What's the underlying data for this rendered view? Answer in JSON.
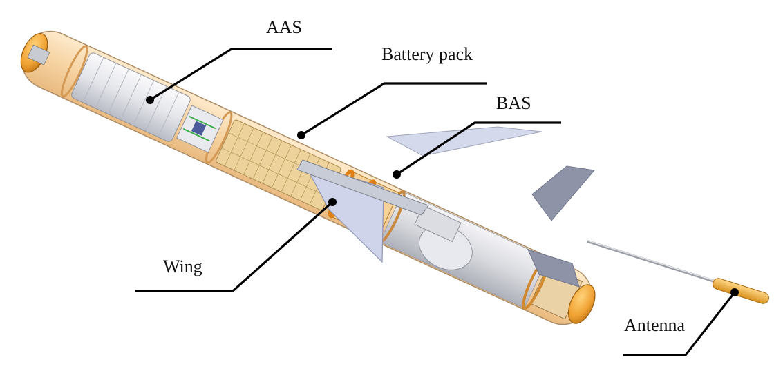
{
  "labels": {
    "aas": "AAS",
    "battery": "Battery pack",
    "bas": "BAS",
    "wing": "Wing",
    "antenna": "Antenna"
  },
  "colors": {
    "hull_fill": "#f6d6a8",
    "hull_edge": "#b0906a",
    "hull_tail": "#e2e2e6",
    "cap": "#f3a93c",
    "cap_dark": "#c97a15",
    "wing": "#c9cfe6",
    "wing_edge": "#9aa0b6",
    "tail_fin": "#8e93a8",
    "leader": "#000000",
    "cylinder_light": "#f1f1f4",
    "cylinder_dark": "#c9cbd2",
    "battery_cells": "#e9cf96"
  }
}
